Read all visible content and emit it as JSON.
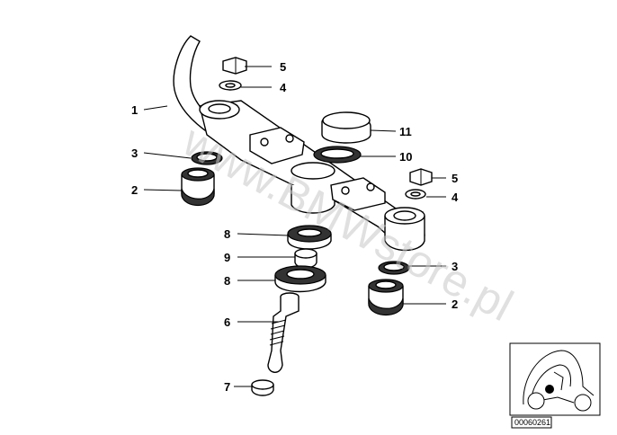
{
  "watermark": "www.BMWstore.pl",
  "drawing_code": "00060261",
  "callouts": [
    {
      "id": "1",
      "label": "1"
    },
    {
      "id": "2a",
      "label": "2"
    },
    {
      "id": "2b",
      "label": "2"
    },
    {
      "id": "3a",
      "label": "3"
    },
    {
      "id": "3b",
      "label": "3"
    },
    {
      "id": "4a",
      "label": "4"
    },
    {
      "id": "4b",
      "label": "4"
    },
    {
      "id": "5a",
      "label": "5"
    },
    {
      "id": "5b",
      "label": "5"
    },
    {
      "id": "6",
      "label": "6"
    },
    {
      "id": "7",
      "label": "7"
    },
    {
      "id": "8a",
      "label": "8"
    },
    {
      "id": "8b",
      "label": "8"
    },
    {
      "id": "9",
      "label": "9"
    },
    {
      "id": "10",
      "label": "10"
    },
    {
      "id": "11",
      "label": "11"
    }
  ]
}
